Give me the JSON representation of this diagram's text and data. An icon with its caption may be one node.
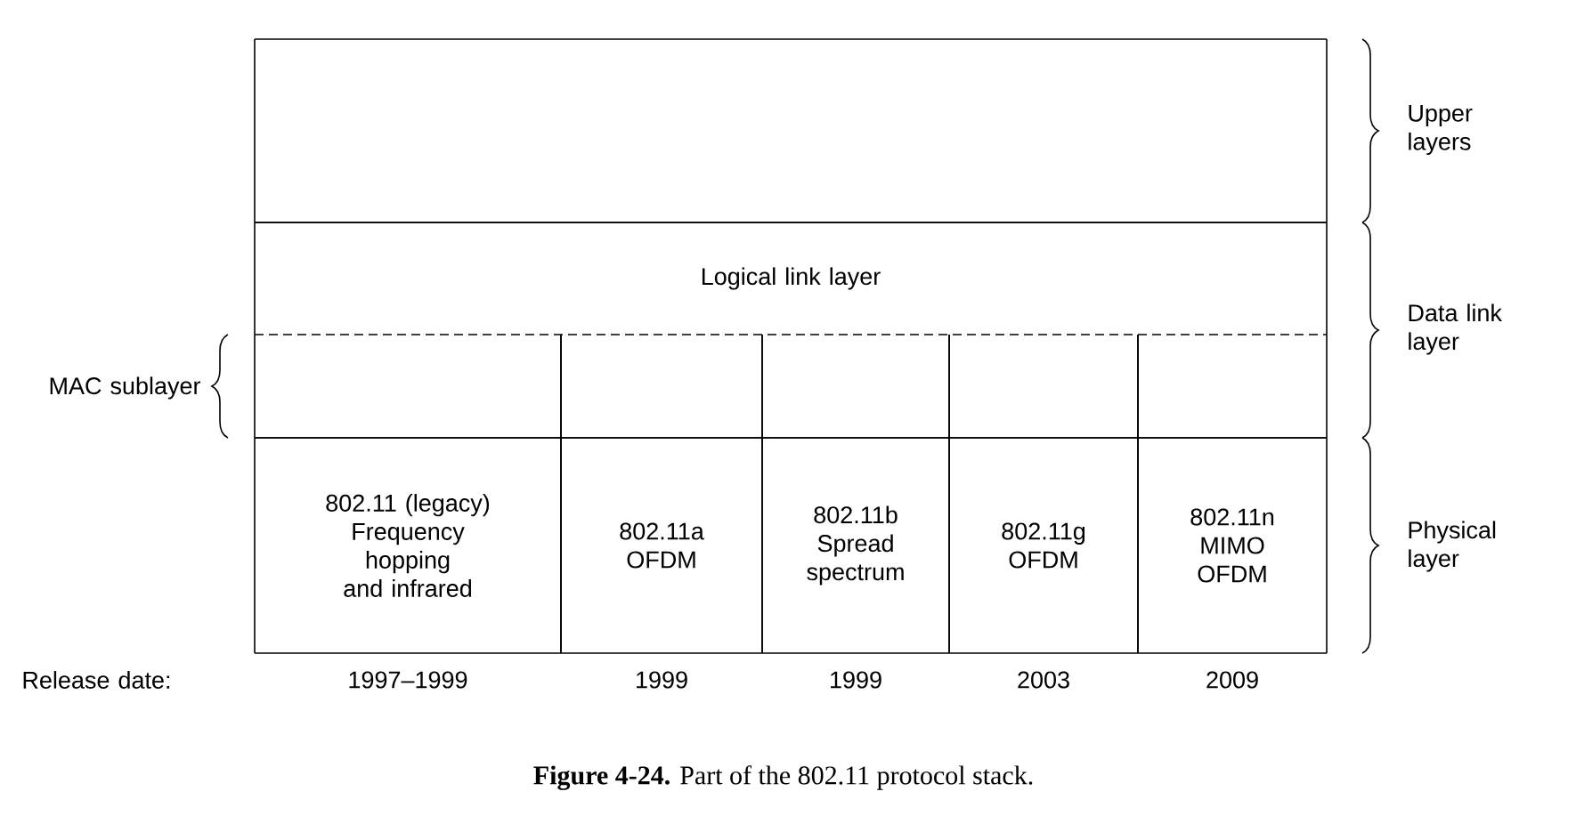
{
  "diagram": {
    "caption": "**Figure 4-24.** Part of the 802.11 protocol stack.",
    "nodes": [
      {
        "text": [],
        "shape": "box"
      },
      {
        "text": [
          "Logical link layer"
        ]
      },
      {
        "text": [],
        "shape": "box"
      },
      {
        "text": [],
        "shape": "box"
      },
      {
        "text": [],
        "shape": "box"
      },
      {
        "text": [],
        "shape": "box"
      },
      {
        "text": [],
        "shape": "box"
      },
      {
        "text": [
          "802.11 (legacy) Frequency hopping and infrared"
        ]
      },
      {
        "text": [
          "802.11a OFDM"
        ]
      },
      {
        "text": [
          "802.11b Spread spectrum"
        ]
      },
      {
        "text": [
          "802.11g OFDM"
        ]
      },
      {
        "text": [
          "802.11n MIMO OFDM"
        ]
      }
    ],
    "edges": [],
    "labels": [
      "Upper layers",
      "Data link layer",
      "MAC sublayer",
      "Physical layer",
      "Release date:",
      "1997–1999",
      "1999",
      "1999",
      "2003",
      "2009"
    ]
  }
}
